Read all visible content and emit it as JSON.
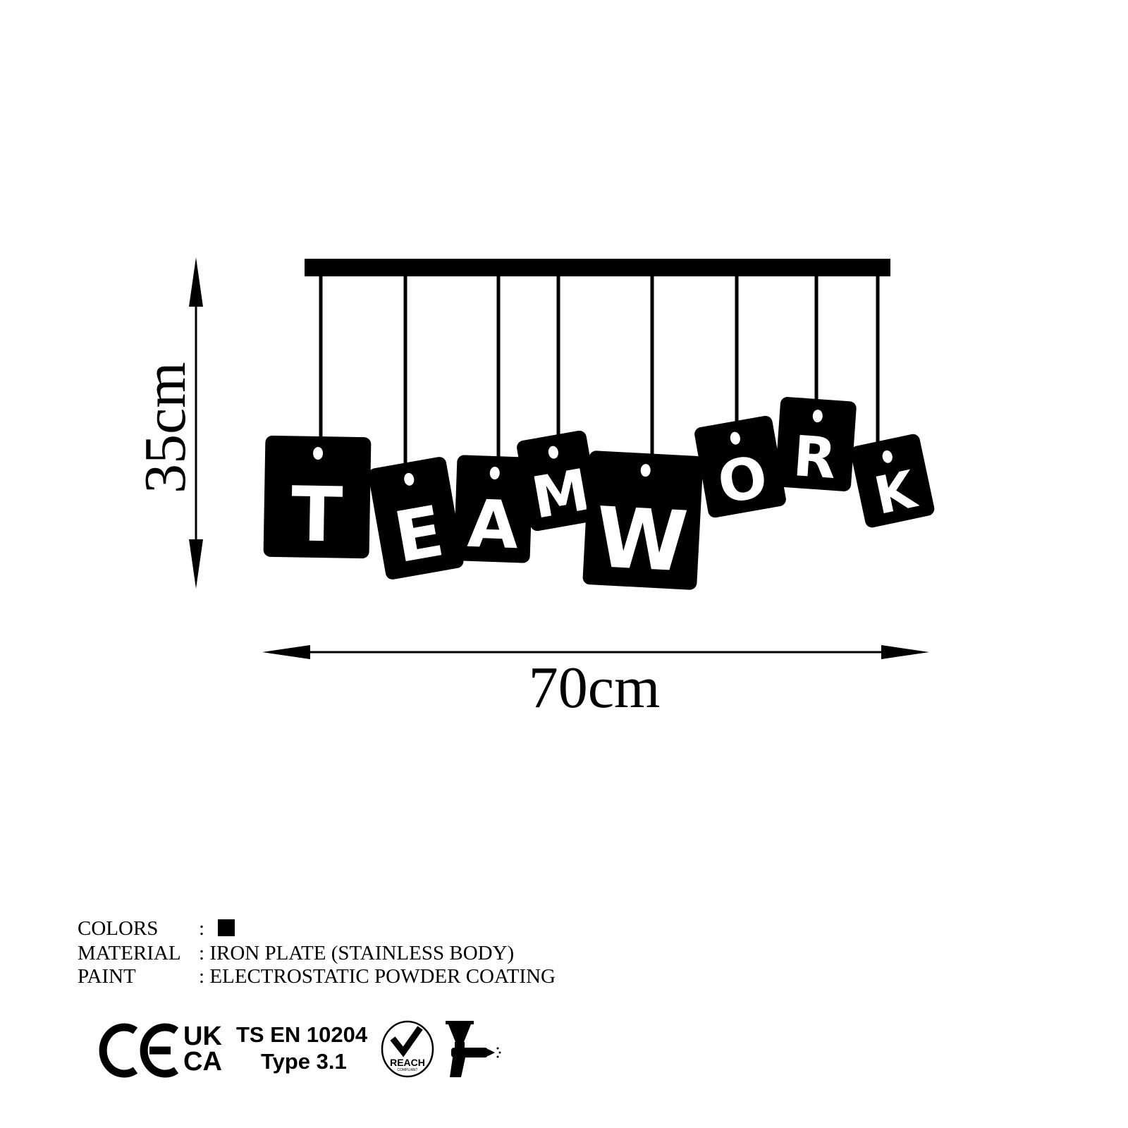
{
  "product": {
    "letters": [
      "T",
      "E",
      "A",
      "M",
      "W",
      "O",
      "R",
      "K"
    ],
    "color": "#000000"
  },
  "dimensions": {
    "height_label": "35cm",
    "width_label": "70cm"
  },
  "specs": [
    {
      "key": "COLORS",
      "value": "",
      "swatch": "#000000"
    },
    {
      "key": "MATERIAL",
      "value": "IRON PLATE (STAINLESS BODY)"
    },
    {
      "key": "PAINT",
      "value": "ELECTROSTATIC POWDER COATING"
    }
  ],
  "certifications": {
    "ce": "CE",
    "ukca_top": "UK",
    "ukca_bottom": "CA",
    "standard": "TS EN 10204",
    "standard_type": "Type 3.1",
    "reach": "REACH",
    "reach_sub": "COMPLIANT",
    "icons": [
      "ce-mark-icon",
      "ukca-mark-icon",
      "reach-compliant-icon",
      "spray-gun-icon"
    ]
  }
}
